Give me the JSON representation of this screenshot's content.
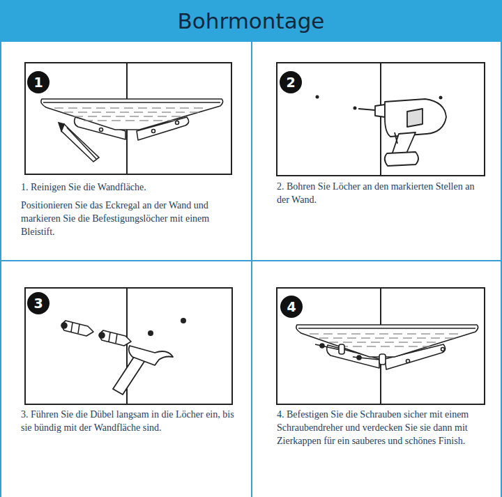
{
  "diagram": {
    "title": "Bohrmontage",
    "nodes": [
      {
        "text": [
          "1"
        ]
      },
      {
        "text": [
          "2"
        ]
      },
      {
        "text": [
          "3"
        ]
      },
      {
        "text": [
          "4"
        ]
      }
    ],
    "labels": [
      "1. Reinigen Sie die Wandfläche.",
      "Positionieren Sie das Eckregal an der Wand und markieren Sie die Befestigungslöcher mit einem Bleistift.",
      "2. Bohren Sie Löcher an den markierten Stellen an der Wand.",
      "3. Führen Sie die Dübel langsam in die Löcher ein, bis sie bündig mit der Wandfläche sind.",
      "4. Befestigen Sie die Schrauben sicher mit einem Schraubendreher und verdecken Sie sie dann mit Zierkappen für ein sauberes und schönes Finish."
    ]
  }
}
